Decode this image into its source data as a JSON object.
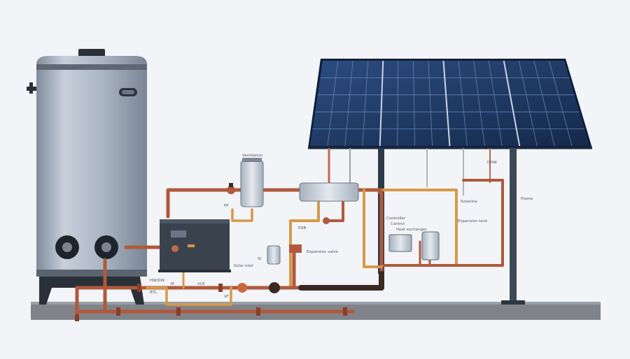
{
  "labels": {
    "tank_valve": "HW/DW",
    "tank_sensor": "M",
    "tank_outlet": "BTL",
    "pump_valve": "PF",
    "filter_label": "Ventilation",
    "tee_label": "PDB",
    "controller_label": "Solar inlet",
    "bottom_valve_a": "VLR",
    "bottom_valve_b": "VF",
    "heater_label": "SI",
    "mixer_label": "Expansion valve",
    "module_a_label": "Controller",
    "module_a_sub": "Control",
    "module_b_label": "Expansion tank",
    "ground_label": "Frame",
    "upper_box_label": "Heat exchanger",
    "top_tag": "Solarline",
    "top_tag_b": "DHW"
  },
  "colors": {
    "pipe_copper": "#b0593c",
    "pipe_gold": "#d59a48",
    "pipe_dark": "#3a2a24",
    "panel_blue": "#1f3a66",
    "tank_body": "#a9b4c2",
    "ground": "#7d8187"
  }
}
